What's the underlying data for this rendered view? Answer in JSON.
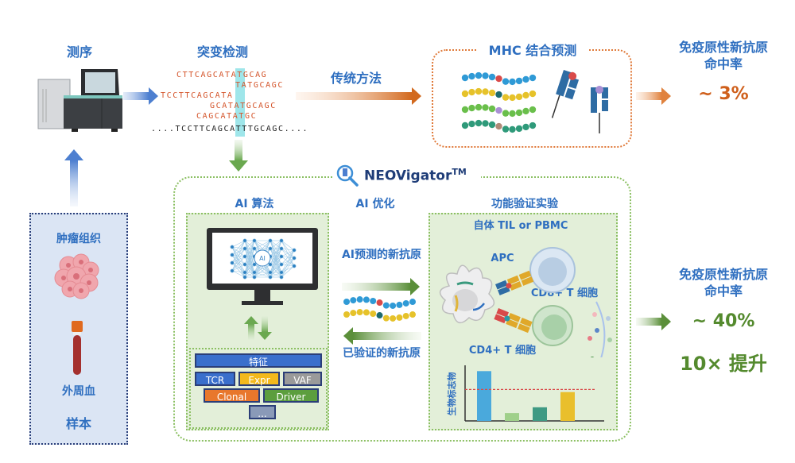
{
  "steps": {
    "sequencing": "测序",
    "mutation_detection": "突变检测",
    "traditional_method": "传统方法",
    "mhc_prediction": "MHC 结合预测",
    "sample": "样本",
    "tumor_tissue": "肿瘤组织",
    "peripheral_blood": "外周血"
  },
  "sequences": {
    "reads": [
      "CTTCAGCATATGCAG",
      "TATGCAGC",
      "TCCTTCAGCATA",
      "GCATATGCAGC",
      "CAGCATATGC"
    ],
    "reference": "....TCCTTCAGCATTTGCAGC...."
  },
  "traditional_result": {
    "label_line1": "免疫原性新抗原",
    "label_line2": "命中率",
    "value": "~ 3%"
  },
  "neovigator": {
    "brand": "NEOVigator",
    "trademark": "TM",
    "ai_algorithm": "AI 算法",
    "ai_optimization": "AI 优化",
    "functional_validation": "功能验证实验",
    "autologous": "自体 TIL or PBMC",
    "apc": "APC",
    "cd8": "CD8+ T 细胞",
    "cd4": "CD4+ T 细胞",
    "ai_predicted": "AI预测的新抗原",
    "validated": "已验证的新抗原",
    "monitor_center": "AI",
    "features": {
      "title": "特征",
      "items": [
        "TCR",
        "Expr",
        "VAF",
        "Clonal",
        "Driver",
        "..."
      ]
    },
    "biomarker_chart": {
      "ylabel": "生物标志物",
      "bars": [
        {
          "value": 0.95,
          "color": "#4aa9dc"
        },
        {
          "value": 0.15,
          "color": "#9fd08a"
        },
        {
          "value": 0.26,
          "color": "#3f9a83"
        },
        {
          "value": 0.55,
          "color": "#e9bf2c"
        }
      ],
      "threshold": 0.6
    }
  },
  "neovigator_result": {
    "label_line1": "免疫原性新抗原",
    "label_line2": "命中率",
    "value": "~ 40%",
    "improvement": "10× 提升"
  },
  "colors": {
    "label_blue": "#2f6fc0",
    "orange": "#d4542a",
    "green": "#548a2e"
  }
}
